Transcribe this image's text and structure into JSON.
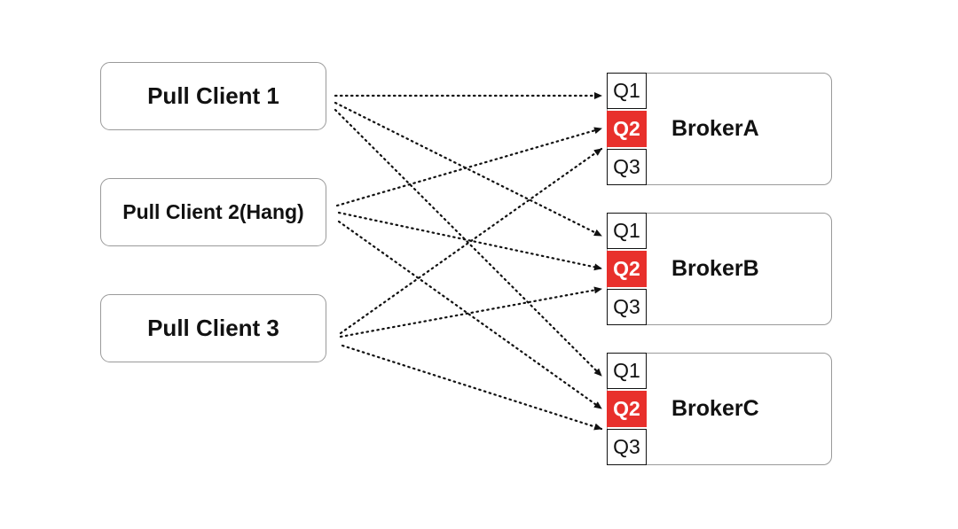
{
  "clients": [
    {
      "label": "Pull Client 1"
    },
    {
      "label": "Pull Client 2(Hang)"
    },
    {
      "label": "Pull Client 3"
    }
  ],
  "brokers": [
    {
      "name": "BrokerA",
      "queues": [
        "Q1",
        "Q2",
        "Q3"
      ]
    },
    {
      "name": "BrokerB",
      "queues": [
        "Q1",
        "Q2",
        "Q3"
      ]
    },
    {
      "name": "BrokerC",
      "queues": [
        "Q1",
        "Q2",
        "Q3"
      ]
    }
  ],
  "highlighted_queue": "Q2",
  "colors": {
    "highlight": "#e8302c",
    "box_border": "#9a9a9a",
    "queue_border": "#111111",
    "arrow": "#111111"
  },
  "connections": [
    {
      "from": "Pull Client 1",
      "to": "BrokerA.Q1"
    },
    {
      "from": "Pull Client 1",
      "to": "BrokerB.Q1"
    },
    {
      "from": "Pull Client 1",
      "to": "BrokerC.Q1"
    },
    {
      "from": "Pull Client 2(Hang)",
      "to": "BrokerA.Q2"
    },
    {
      "from": "Pull Client 2(Hang)",
      "to": "BrokerB.Q2"
    },
    {
      "from": "Pull Client 2(Hang)",
      "to": "BrokerC.Q2"
    },
    {
      "from": "Pull Client 3",
      "to": "BrokerA.Q3"
    },
    {
      "from": "Pull Client 3",
      "to": "BrokerB.Q3"
    },
    {
      "from": "Pull Client 3",
      "to": "BrokerC.Q3"
    }
  ]
}
